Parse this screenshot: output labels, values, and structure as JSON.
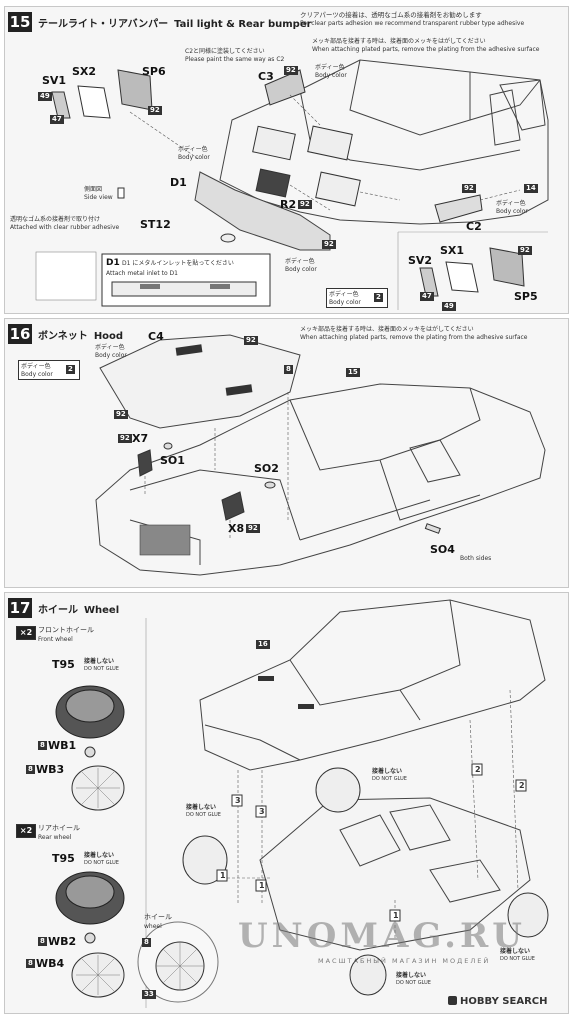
{
  "step15": {
    "number": "15",
    "title_jp": "テールライト・リアバンパー",
    "title_en": "Tail light & Rear bumper",
    "note_jp": "クリアパーツの接着は、透明なゴム系の接着剤をお勧めします",
    "note_en": "For clear parts adhesion we recommend transparent rubber type adhesive",
    "note2_jp": "メッキ部品を接着する時は、接着面のメッキをはがしてください",
    "note2_en": "When attaching plated parts, remove the plating from the adhesive surface",
    "c2_same_jp": "C2と同様に塗装してください",
    "c2_same_en": "Please paint the same way as C2",
    "body_color_jp": "ボディー色",
    "body_color_en": "Body color",
    "side_view_jp": "側面図",
    "side_view_en": "Side view",
    "rubber_jp": "透明なゴム系の接着剤で取り付け",
    "rubber_en": "Attached with clear rubber adhesive",
    "metal_inlet_jp": "D1 にメタルインレットを貼ってください",
    "metal_inlet_en": "Attach metal inlet to D1",
    "parts": {
      "sv1": "SV1",
      "sx2": "SX2",
      "sp6": "SP6",
      "c3": "C3",
      "r2": "R2",
      "d1": "D1",
      "st12": "ST12",
      "c2": "C2",
      "sv2": "SV2",
      "sx1": "SX1",
      "sp5": "SP5",
      "d1_inlet": "D1"
    },
    "color_codes": {
      "c92": "92",
      "c49": "49",
      "c47": "47",
      "c14": "14",
      "c2": "2"
    }
  },
  "step16": {
    "number": "16",
    "title_jp": "ボンネット",
    "title_en": "Hood",
    "note_jp": "メッキ部品を接着する時は、接着面のメッキをはがしてください",
    "note_en": "When attaching plated parts, remove the plating from the adhesive surface",
    "body_color_jp": "ボディー色",
    "body_color_en": "Body color",
    "both_sides_en": "Both sides",
    "parts": {
      "c4": "C4",
      "x7": "X7",
      "so1": "SO1",
      "so2": "SO2",
      "x8": "X8",
      "so4": "SO4",
      "step_ref": "15"
    },
    "color_codes": {
      "c92": "92",
      "c8": "8",
      "c2": "2"
    }
  },
  "step17": {
    "number": "17",
    "title_jp": "ホイール",
    "title_en": "Wheel",
    "multiplier": "×2",
    "front_wheel_jp": "フロントホイール",
    "front_wheel_en": "Front wheel",
    "rear_wheel_jp": "リアホイール",
    "rear_wheel_en": "Rear wheel",
    "no_glue_jp": "接着しない",
    "no_glue_en": "DO NOT GLUE",
    "wheel_jp": "ホイール",
    "wheel_en": "wheel",
    "parts": {
      "t95_front": "T95",
      "wb1": "WB1",
      "wb3": "WB3",
      "t95_rear": "T95",
      "wb2": "WB2",
      "wb4": "WB4",
      "step_ref": "16"
    },
    "color_codes": {
      "c8": "8",
      "c33": "33"
    },
    "callouts": [
      "1",
      "2",
      "3"
    ]
  },
  "watermark": {
    "main": "UNOMAG.RU",
    "sub": "МАСШТАБНЫЙ МАГАЗИН МОДЕЛЕЙ",
    "brand": "HOBBY SEARCH"
  }
}
